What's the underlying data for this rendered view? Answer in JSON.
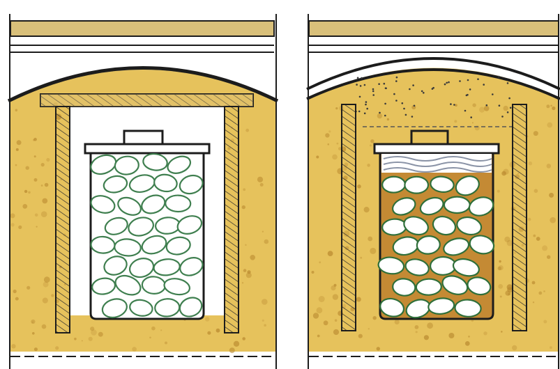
{
  "illustration": {
    "panels": [
      {
        "name": "open-cellar-storage",
        "fill_pattern": "clean-eggs",
        "egg_outline_color": "#3f7f4f"
      },
      {
        "name": "sand-covered-storage",
        "fill_pattern": "eggs-in-sand",
        "egg_outline_color": "#2f6f3a"
      }
    ],
    "colors": {
      "soil": "#e6c25c",
      "soil_speck": "#b8882e",
      "beam": "#d9c07a",
      "ink": "#1c1c1c",
      "egg_fill": "#ffffff",
      "sand_between_eggs": "#c48a34",
      "lid_water": "#8a93a6"
    }
  }
}
